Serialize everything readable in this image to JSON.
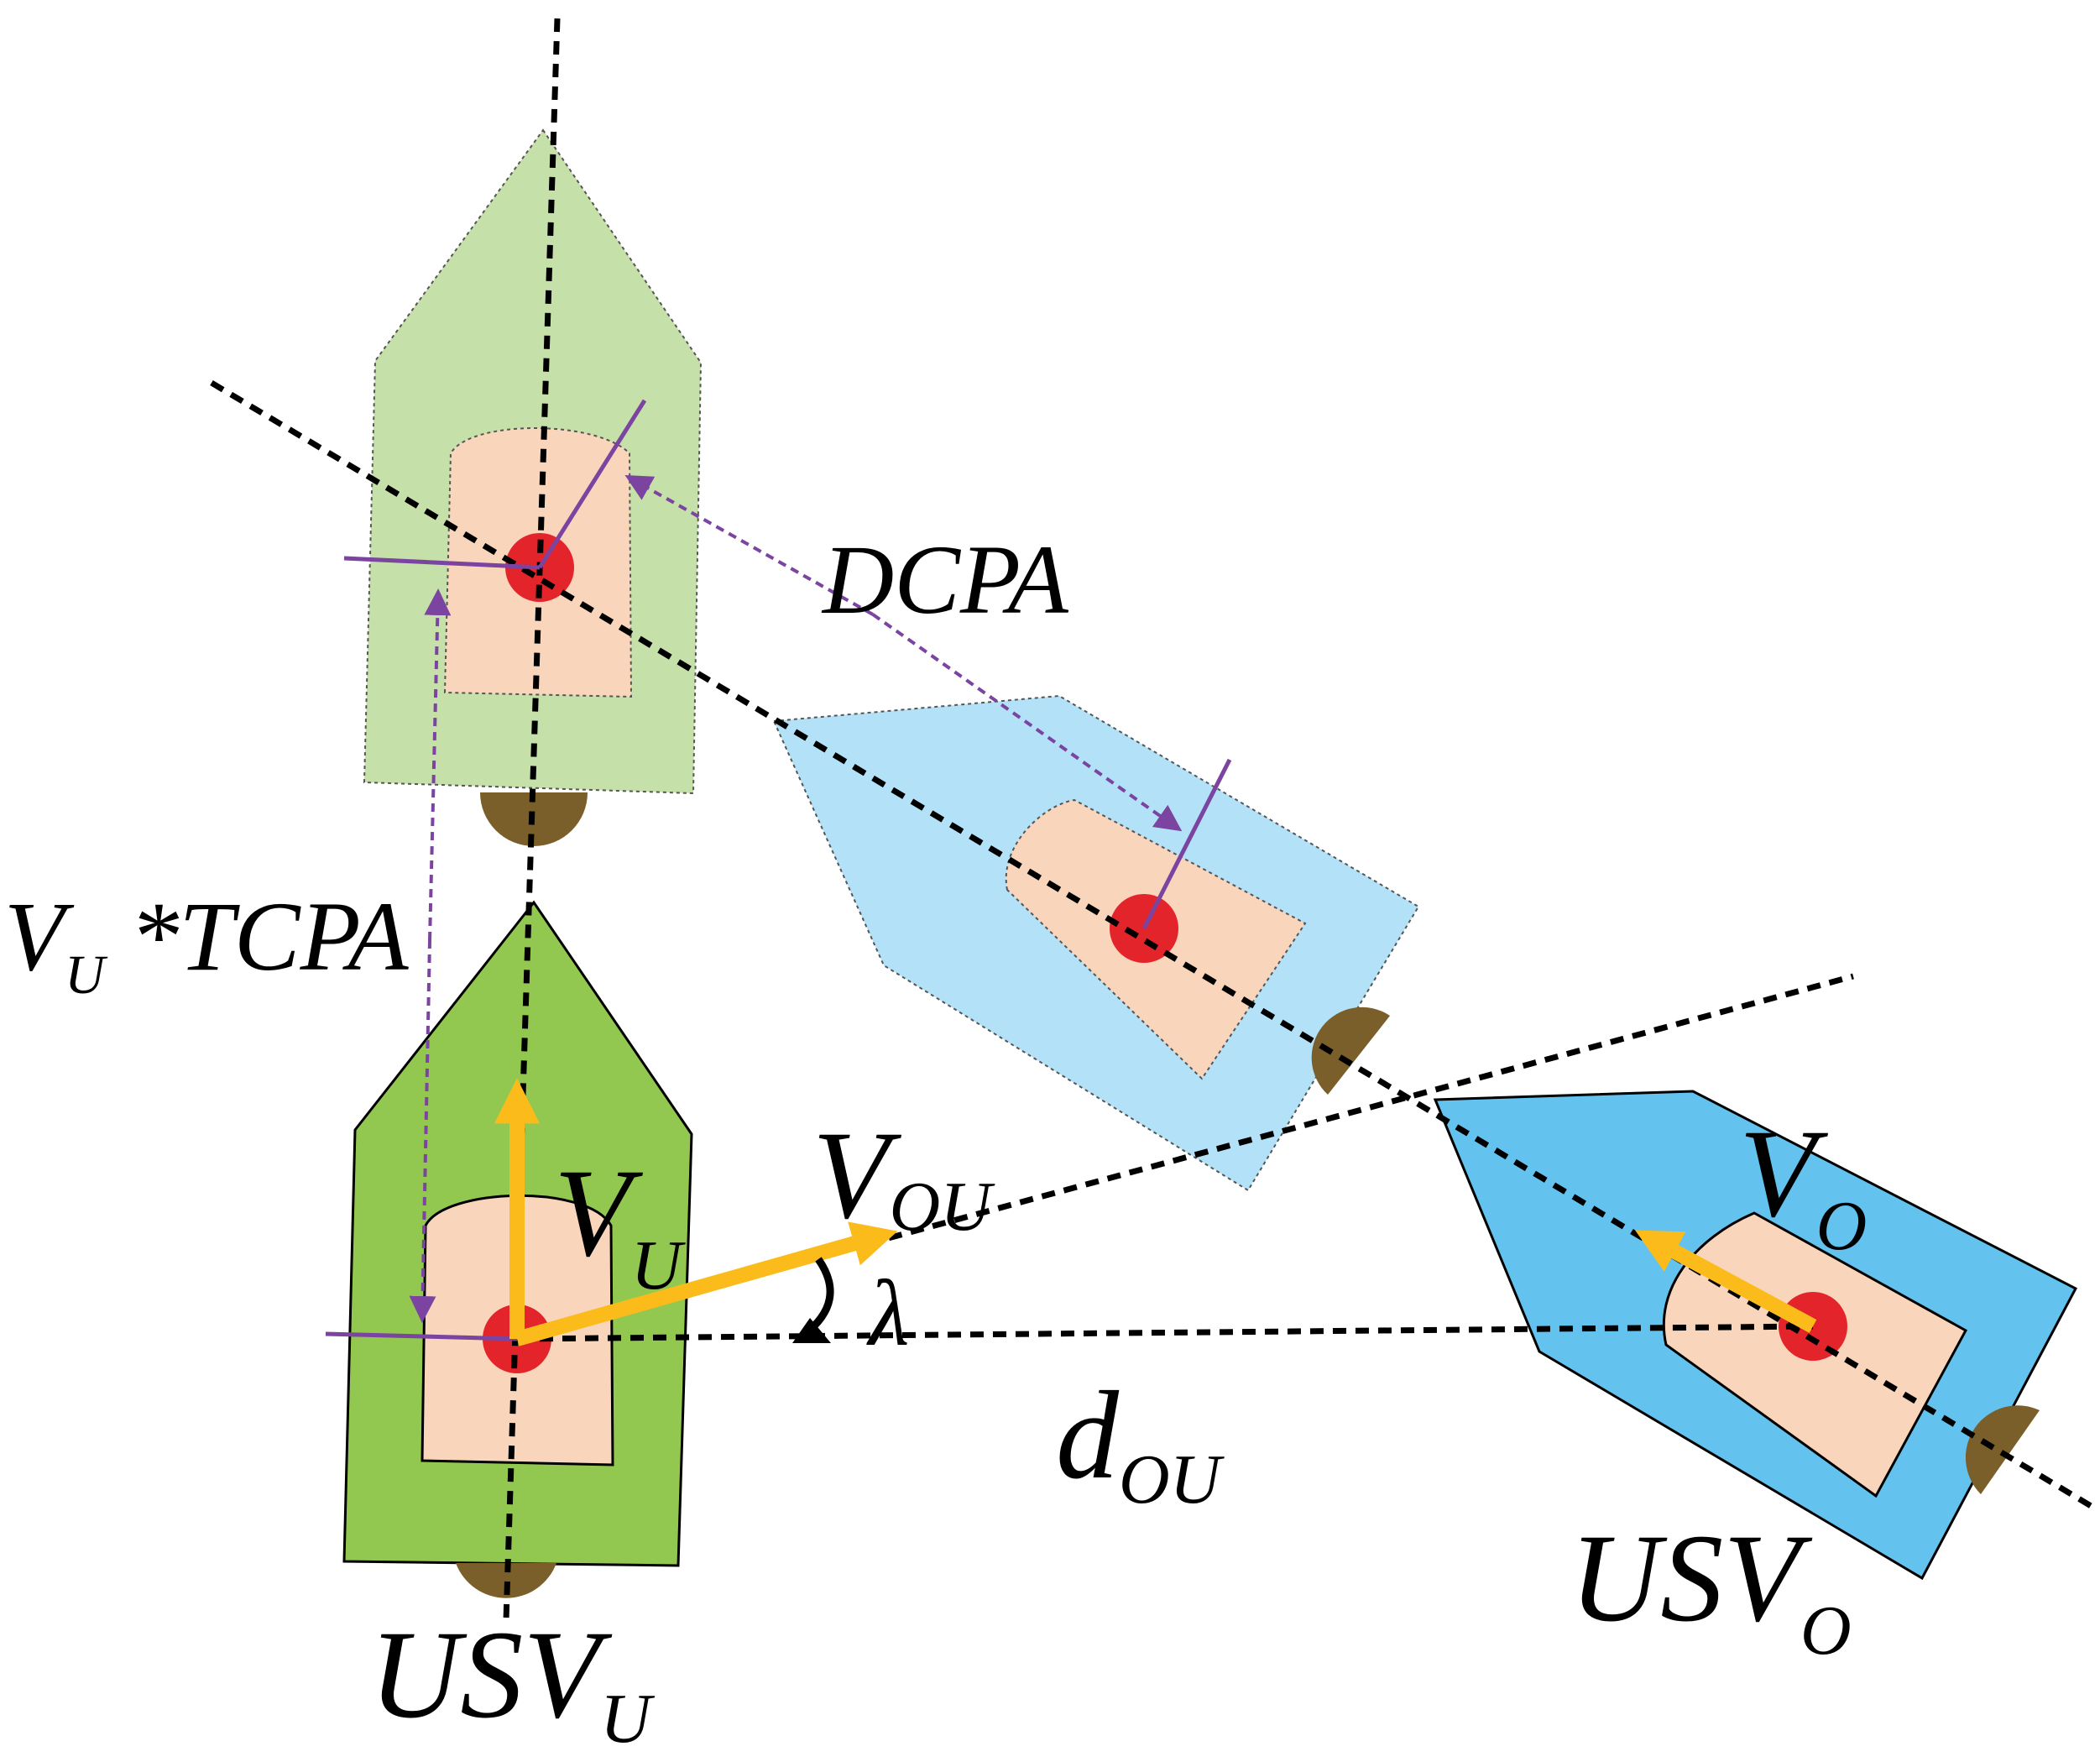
{
  "colors": {
    "hull_u": "#92c84f",
    "hull_u_future": "#c6e0a9",
    "hull_o": "#64c2ee",
    "hull_o_future": "#b3e2f8",
    "cabin": "#f9d5bb",
    "center": "#e3242b",
    "propeller": "#7a5f2a",
    "velocity": "#fbbc1b",
    "dcpa": "#7a44a0",
    "line": "#000000"
  },
  "labels": {
    "dcpa": "DCPA",
    "vu_tcpa": {
      "v": "V",
      "v_sub": "U",
      "rest": " *TCPA"
    },
    "vu": {
      "main": "V",
      "sub": "U"
    },
    "vou": {
      "main": "V",
      "sub": "OU"
    },
    "vo": {
      "main": "V",
      "sub": "O"
    },
    "lambda": "λ",
    "dou": {
      "main": "d",
      "sub": "OU"
    },
    "usvu": {
      "main": "USV",
      "sub": "U"
    },
    "usvo": {
      "main": "USV",
      "sub": "O"
    }
  }
}
